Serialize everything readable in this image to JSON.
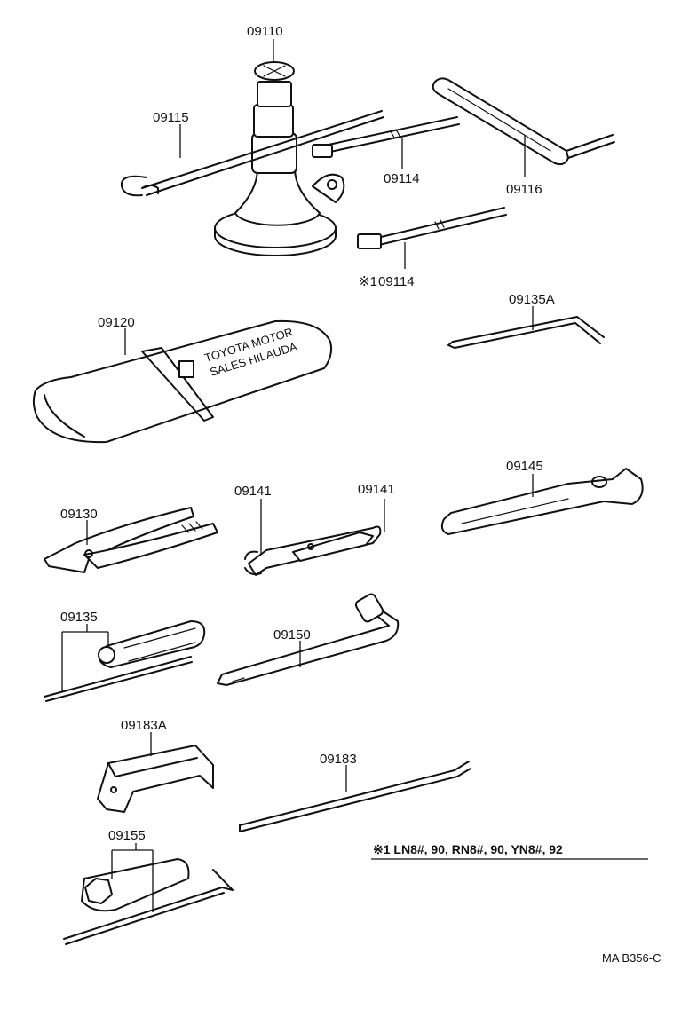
{
  "parts": {
    "jack": "09110",
    "jack_handle_hook": "09115",
    "jack_handle_a": "09114",
    "jack_handle_b": "09114",
    "jack_handle_b_mark": "※1",
    "jack_handle_bar": "09116",
    "tool_bag": "09120",
    "tool_bag_print_1": "TOYOTA MOTOR",
    "tool_bag_print_2": "SALES HILAUDA",
    "screwdriver_l": "09135A",
    "pliers": "09130",
    "open_wrench_a": "09141",
    "open_wrench_b": "09141",
    "adjustable_wrench": "09145",
    "screwdriver_set": "09135",
    "wheel_nut_wrench": "09150",
    "bracket": "09183A",
    "tire_lever": "09183",
    "plug_wrench": "09155"
  },
  "footnote": "※1  LN8#, 90, RN8#, 90, YN8#, 92",
  "drawing_ref": "MA B356-C"
}
